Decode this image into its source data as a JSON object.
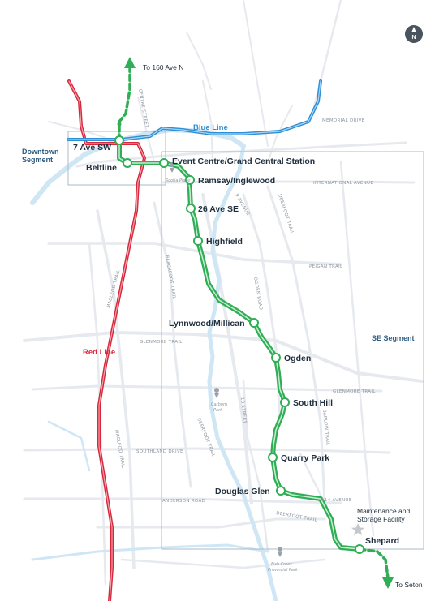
{
  "compass": {
    "label": "N",
    "icon": "north-arrow-icon"
  },
  "lines": {
    "blue": {
      "label": "Blue Line",
      "color": "#2d8fd5"
    },
    "red": {
      "label": "Red Line",
      "color": "#d7283c"
    },
    "green": {
      "color": "#2fae55"
    }
  },
  "segments": {
    "downtown": {
      "line1": "Downtown",
      "line2": "Segment"
    },
    "southeast": {
      "label": "SE Segment"
    }
  },
  "termini": {
    "north": "To 160 Ave N",
    "south": "To Seton"
  },
  "stations": [
    {
      "name": "7 Ave SW"
    },
    {
      "name": "Beltline"
    },
    {
      "name": "Event Centre/Grand Central Station"
    },
    {
      "name": "Ramsay/Inglewood"
    },
    {
      "name": "26 Ave SE"
    },
    {
      "name": "Highfield"
    },
    {
      "name": "Lynnwood/Millican"
    },
    {
      "name": "Ogden"
    },
    {
      "name": "South Hill"
    },
    {
      "name": "Quarry Park"
    },
    {
      "name": "Douglas Glen"
    },
    {
      "name": "Shepard"
    }
  ],
  "facility": {
    "line1": "Maintenance and",
    "line2": "Storage Facility"
  },
  "parks": {
    "scotia": "Scotia Place",
    "carburn_1": "Carburn",
    "carburn_2": "Park",
    "fishcreek_1": "Fish Creek",
    "fishcreek_2": "Provincial Park"
  },
  "streets": {
    "memorial": "MEMORIAL DRIVE",
    "international": "INTERNATIONAL AVENUE",
    "peigan": "PEIGAN TRAIL",
    "glenmore_w": "GLENMORE TRAIL",
    "glenmore_e": "GLENMORE TRAIL",
    "south_land": "SOUTHLAND DRIVE",
    "anderson": "ANDERSON ROAD",
    "ave114": "114 AVENUE",
    "deerfoot_s": "DEERFOOT TRAIL",
    "deerfoot_n": "DEERFOOT TRAIL",
    "deerfoot_mid": "DEERFOOT TRAIL",
    "macleod_n": "MACLEOD TRAIL",
    "macleod_s": "MACLEOD TRAIL",
    "blackfoot": "BLACKFOOT TRAIL",
    "centre": "CENTRE STREET",
    "ogden": "OGDEN ROAD",
    "ave9": "9 AVENUE",
    "barlow": "BARLOW TRAIL",
    "ave18": "18 STREET"
  }
}
